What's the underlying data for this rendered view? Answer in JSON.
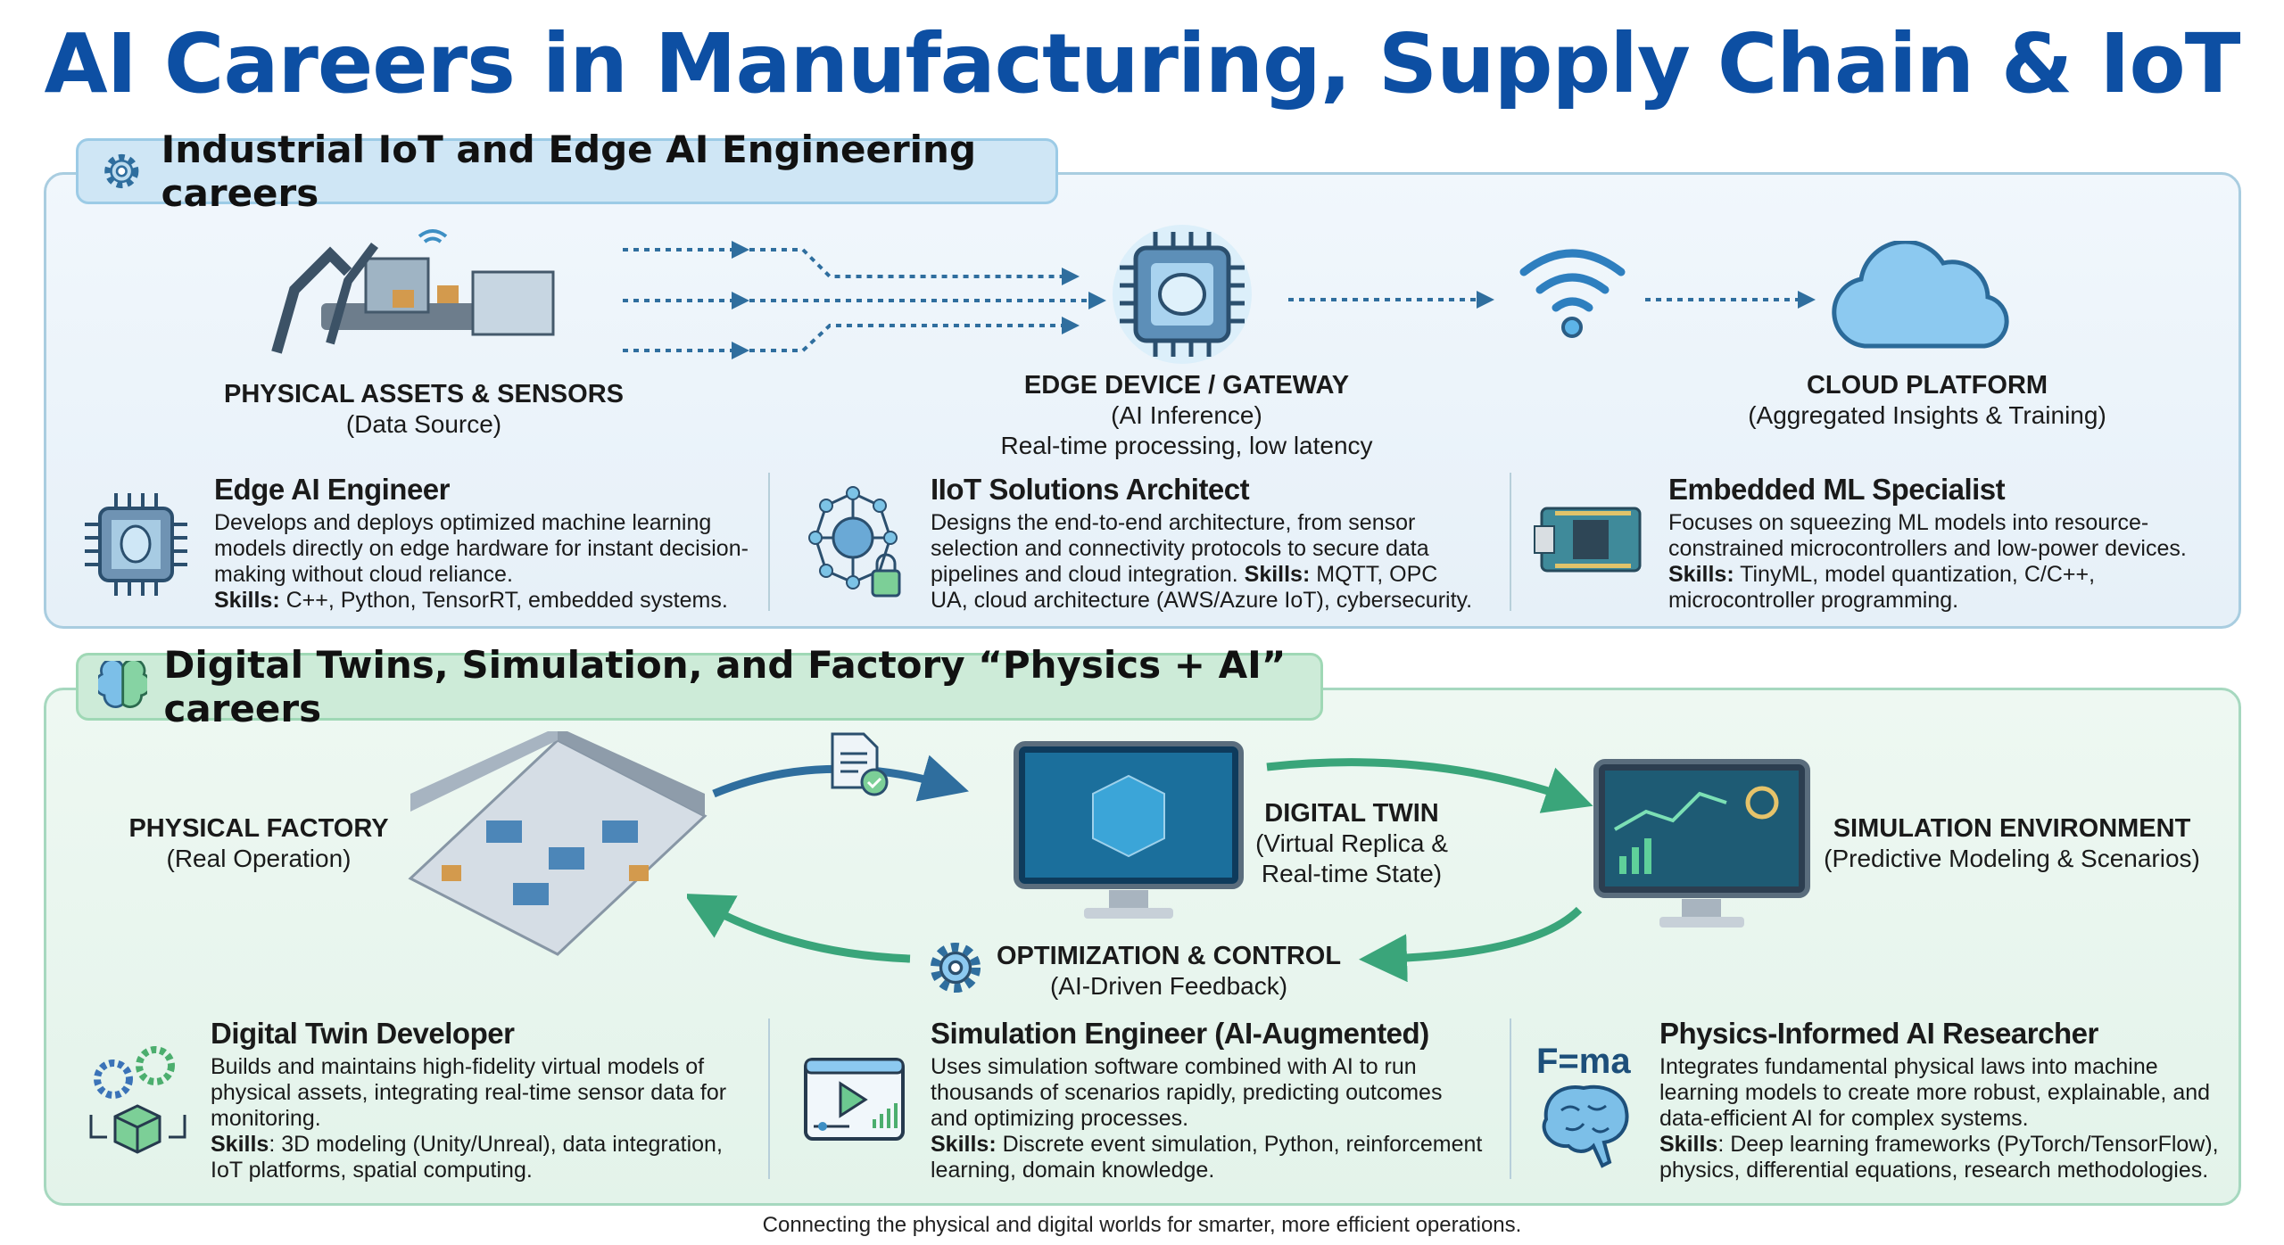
{
  "title": "AI Careers in Manufacturing, Supply Chain & IoT",
  "sections": [
    {
      "heading": "Industrial IoT and Edge AI Engineering careers",
      "flow": [
        {
          "label": "PHYSICAL ASSETS & SENSORS",
          "sub": "(Data Source)"
        },
        {
          "label": "EDGE DEVICE / GATEWAY",
          "sub": "(AI Inference)",
          "sub2": "Real-time processing, low latency"
        },
        {
          "label": "CLOUD PLATFORM",
          "sub": "(Aggregated Insights & Training)"
        }
      ],
      "careers": [
        {
          "title": "Edge AI Engineer",
          "desc": "Develops and deploys optimized machine learning models directly on edge hardware for instant decision-making without cloud reliance.",
          "skills_label": "Skills:",
          "skills": " C++, Python, TensorRT, embedded systems."
        },
        {
          "title": "IIoT Solutions Architect",
          "desc": "Designs the end-to-end architecture, from sensor selection and connectivity protocols to secure data pipelines and cloud integration. ",
          "skills_label": "Skills:",
          "skills": " MQTT, OPC UA, cloud architecture (AWS/Azure IoT), cybersecurity."
        },
        {
          "title": "Embedded ML Specialist",
          "desc": "Focuses on squeezing ML models into resource-constrained microcontrollers and low-power devices.",
          "skills_label": "Skills:",
          "skills": " TinyML, model quantization, C/C++, microcontroller programming."
        }
      ]
    },
    {
      "heading": "Digital Twins, Simulation, and Factory “Physics + AI” careers",
      "flow": [
        {
          "label": "PHYSICAL FACTORY",
          "sub": "(Real Operation)"
        },
        {
          "label": "DIGITAL TWIN",
          "sub": "(Virtual Replica &",
          "sub2": "Real-time State)"
        },
        {
          "label": "SIMULATION ENVIRONMENT",
          "sub": "(Predictive Modeling & Scenarios)"
        },
        {
          "label": "OPTIMIZATION & CONTROL",
          "sub": "(AI-Driven Feedback)"
        }
      ],
      "careers": [
        {
          "title": "Digital Twin Developer",
          "desc": "Builds and maintains high-fidelity virtual models of physical assets, integrating real-time sensor data for monitoring.",
          "skills_label": "Skills",
          "skills": ": 3D modeling (Unity/Unreal), data integration, IoT platforms, spatial computing."
        },
        {
          "title": "Simulation Engineer (AI-Augmented)",
          "desc": "Uses simulation software combined with AI to run thousands of scenarios rapidly, predicting outcomes and optimizing processes.",
          "skills_label": "Skills:",
          "skills": " Discrete event simulation, Python, reinforcement learning, domain knowledge."
        },
        {
          "title": "Physics-Informed AI Researcher",
          "desc": "Integrates fundamental physical laws into machine learning models to create more robust, explainable, and data-efficient AI for complex systems.",
          "skills_label": "Skills",
          "skills": ": Deep learning frameworks (PyTorch/TensorFlow), physics, differential equations, research methodologies."
        }
      ],
      "formula": "F=ma"
    }
  ],
  "footer": "Connecting the physical and digital worlds for smarter, more efficient operations.",
  "colors": {
    "title": "#0d4fa3",
    "blue": "#3d8fc4",
    "green": "#3aa57a"
  }
}
